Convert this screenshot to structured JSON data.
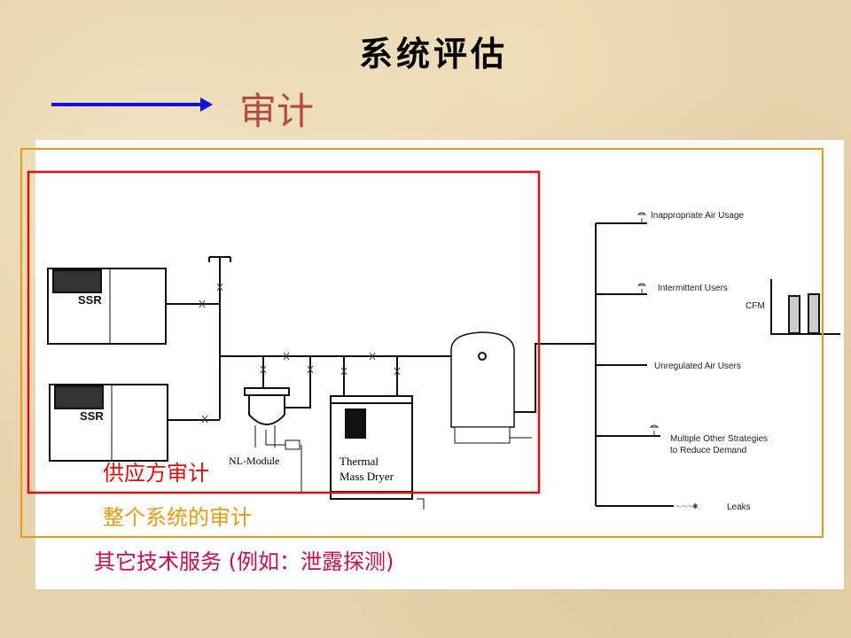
{
  "title": "系统评估",
  "subtitle": "审计",
  "diagram": {
    "compressor_label": "SSR",
    "nl_module": "NL-Module",
    "dryer_line1": "Thermal",
    "dryer_line2": "Mass Dryer",
    "demand_items": [
      "Inappropriate Air Usage",
      "Intermittent Users",
      "Unregulated Air Users",
      "Multiple Other Strategies",
      "to Reduce Demand",
      "Leaks"
    ],
    "chart_axis_label": "CFM"
  },
  "scopes": {
    "supply": "供应方审计",
    "system": "整个系统的审计",
    "other": "其它技术服务 (例如：泄露探测)"
  },
  "colors": {
    "supply": "#e01010",
    "system": "#e89a10",
    "other": "#c8104a"
  }
}
